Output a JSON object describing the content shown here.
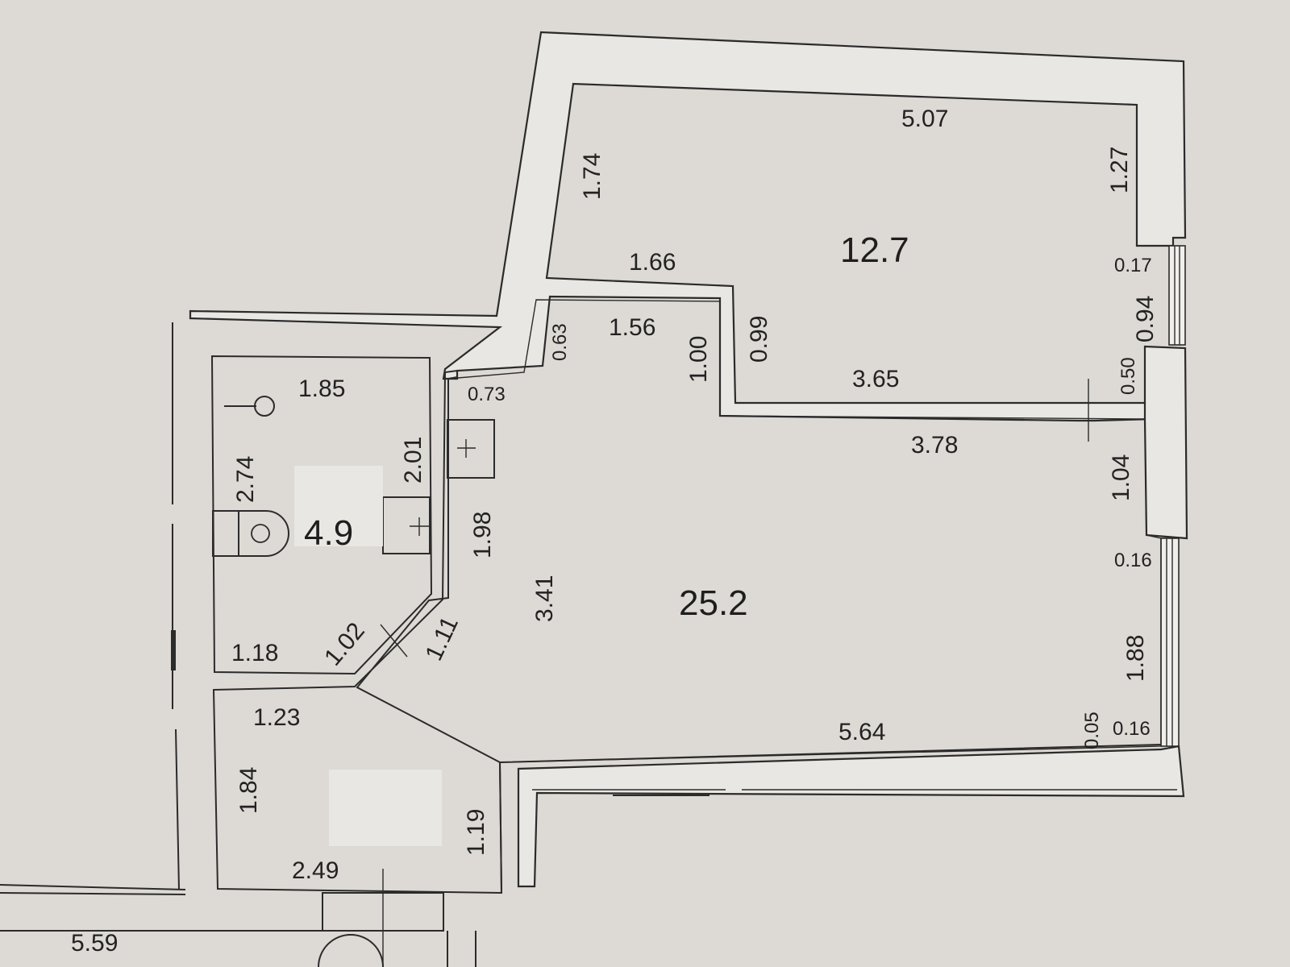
{
  "rooms": {
    "room_room": {
      "area": "12.7"
    },
    "living_room": {
      "area": "25.2"
    },
    "bathroom": {
      "area": "4.9"
    }
  },
  "dimensions": {
    "top_wall": "5.07",
    "room_left_upper": "1.74",
    "room_right": "1.27",
    "room_step_top": "1.66",
    "room_step_height": "0.99",
    "room_bottom": "3.65",
    "window_top_offset": "0.17",
    "window_top_width": "0.94",
    "window_top_lower": "0.50",
    "closet_height": "0.63",
    "closet_width": "1.56",
    "closet_depth": "1.00",
    "kitchen_niche": "0.73",
    "living_top": "3.78",
    "living_right_upper": "1.04",
    "window_mid_offset": "0.16",
    "window_mid_width": "1.88",
    "window_bottom_offset_a": "0.05",
    "window_bottom_offset_b": "0.16",
    "living_bottom": "5.64",
    "living_left": "3.41",
    "kitchen_wall": "1.98",
    "bath_top": "1.85",
    "bath_left": "2.74",
    "bath_inner": "2.01",
    "bath_bottom": "1.18",
    "bath_diag": "1.02",
    "corridor_diag": "1.11",
    "hall_top": "1.23",
    "hall_left": "1.84",
    "hall_right": "1.19",
    "hall_bottom": "2.49",
    "outer_bottom": "5.59"
  }
}
